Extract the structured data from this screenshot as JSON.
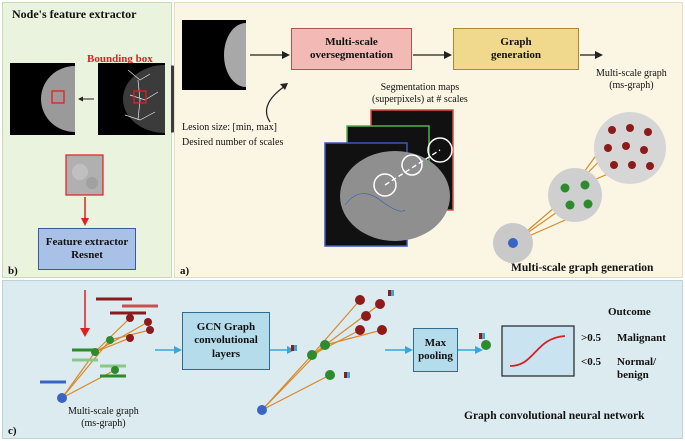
{
  "panel_b": {
    "title": "Node's feature extractor",
    "bbox_label": "Bounding box",
    "extractor_box": "Feature extractor\nResnet",
    "tag": "b)"
  },
  "panel_a": {
    "box1": "Multi-scale\noversegmentation",
    "box2": "Graph\ngeneration",
    "out_label": "Multi-scale graph\n(ms-graph)",
    "seg_label": "Segmentation maps\n(superpixels) at # scales",
    "params": "Lesion size: [min, max]\nDesired number of scales",
    "footer": "Multi-scale graph generation",
    "tag": "a)"
  },
  "panel_c": {
    "gcn_box": "GCN Graph\nconvolutional\nlayers",
    "pool_box": "Max\npooling",
    "outcome_title": "Outcome",
    "gt": ">0.5",
    "gt_label": "Malignant",
    "lt": "<0.5",
    "lt_label": "Normal/\nbenign",
    "graph_label": "Multi-scale graph\n(ms-graph)",
    "footer": "Graph convolutional neural network",
    "tag": "c)"
  },
  "colors": {
    "panel_b_bg": "#eaf3dd",
    "panel_a_bg": "#fbf5e4",
    "panel_c_bg": "#dcebf0",
    "box_pink": "#f2b9b5",
    "box_yellow": "#f0d98c",
    "box_blue": "#a9c1e6",
    "box_teal": "#b5dcea",
    "red_node": "#8e1b1b",
    "green_node": "#2d8a2d",
    "blue_node": "#3a64c4",
    "edge": "#d98a2a"
  }
}
